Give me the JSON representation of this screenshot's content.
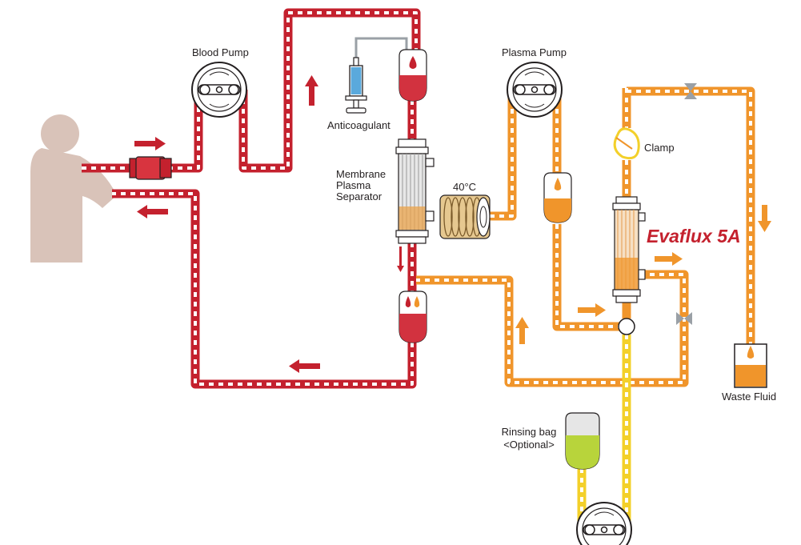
{
  "labels": {
    "blood_pump": "Blood Pump",
    "plasma_pump": "Plasma Pump",
    "anticoagulant": "Anticoagulant",
    "clamp": "Clamp",
    "membrane_separator_line1": "Membrane",
    "membrane_separator_line2": "Plasma",
    "membrane_separator_line3": "Separator",
    "temperature": "40°C",
    "brand": "Evaflux 5A",
    "waste_fluid": "Waste Fluid",
    "rinsing_bag_line1": "Rinsing bag",
    "rinsing_bag_line2": "<Optional>"
  },
  "colors": {
    "blood_line": "#c4212e",
    "plasma_line": "#f0952b",
    "rinse_line": "#f3d02a",
    "patient": "#d9c3b9",
    "rinse_fluid": "#b8d43b",
    "brand_text": "#c4212e"
  }
}
